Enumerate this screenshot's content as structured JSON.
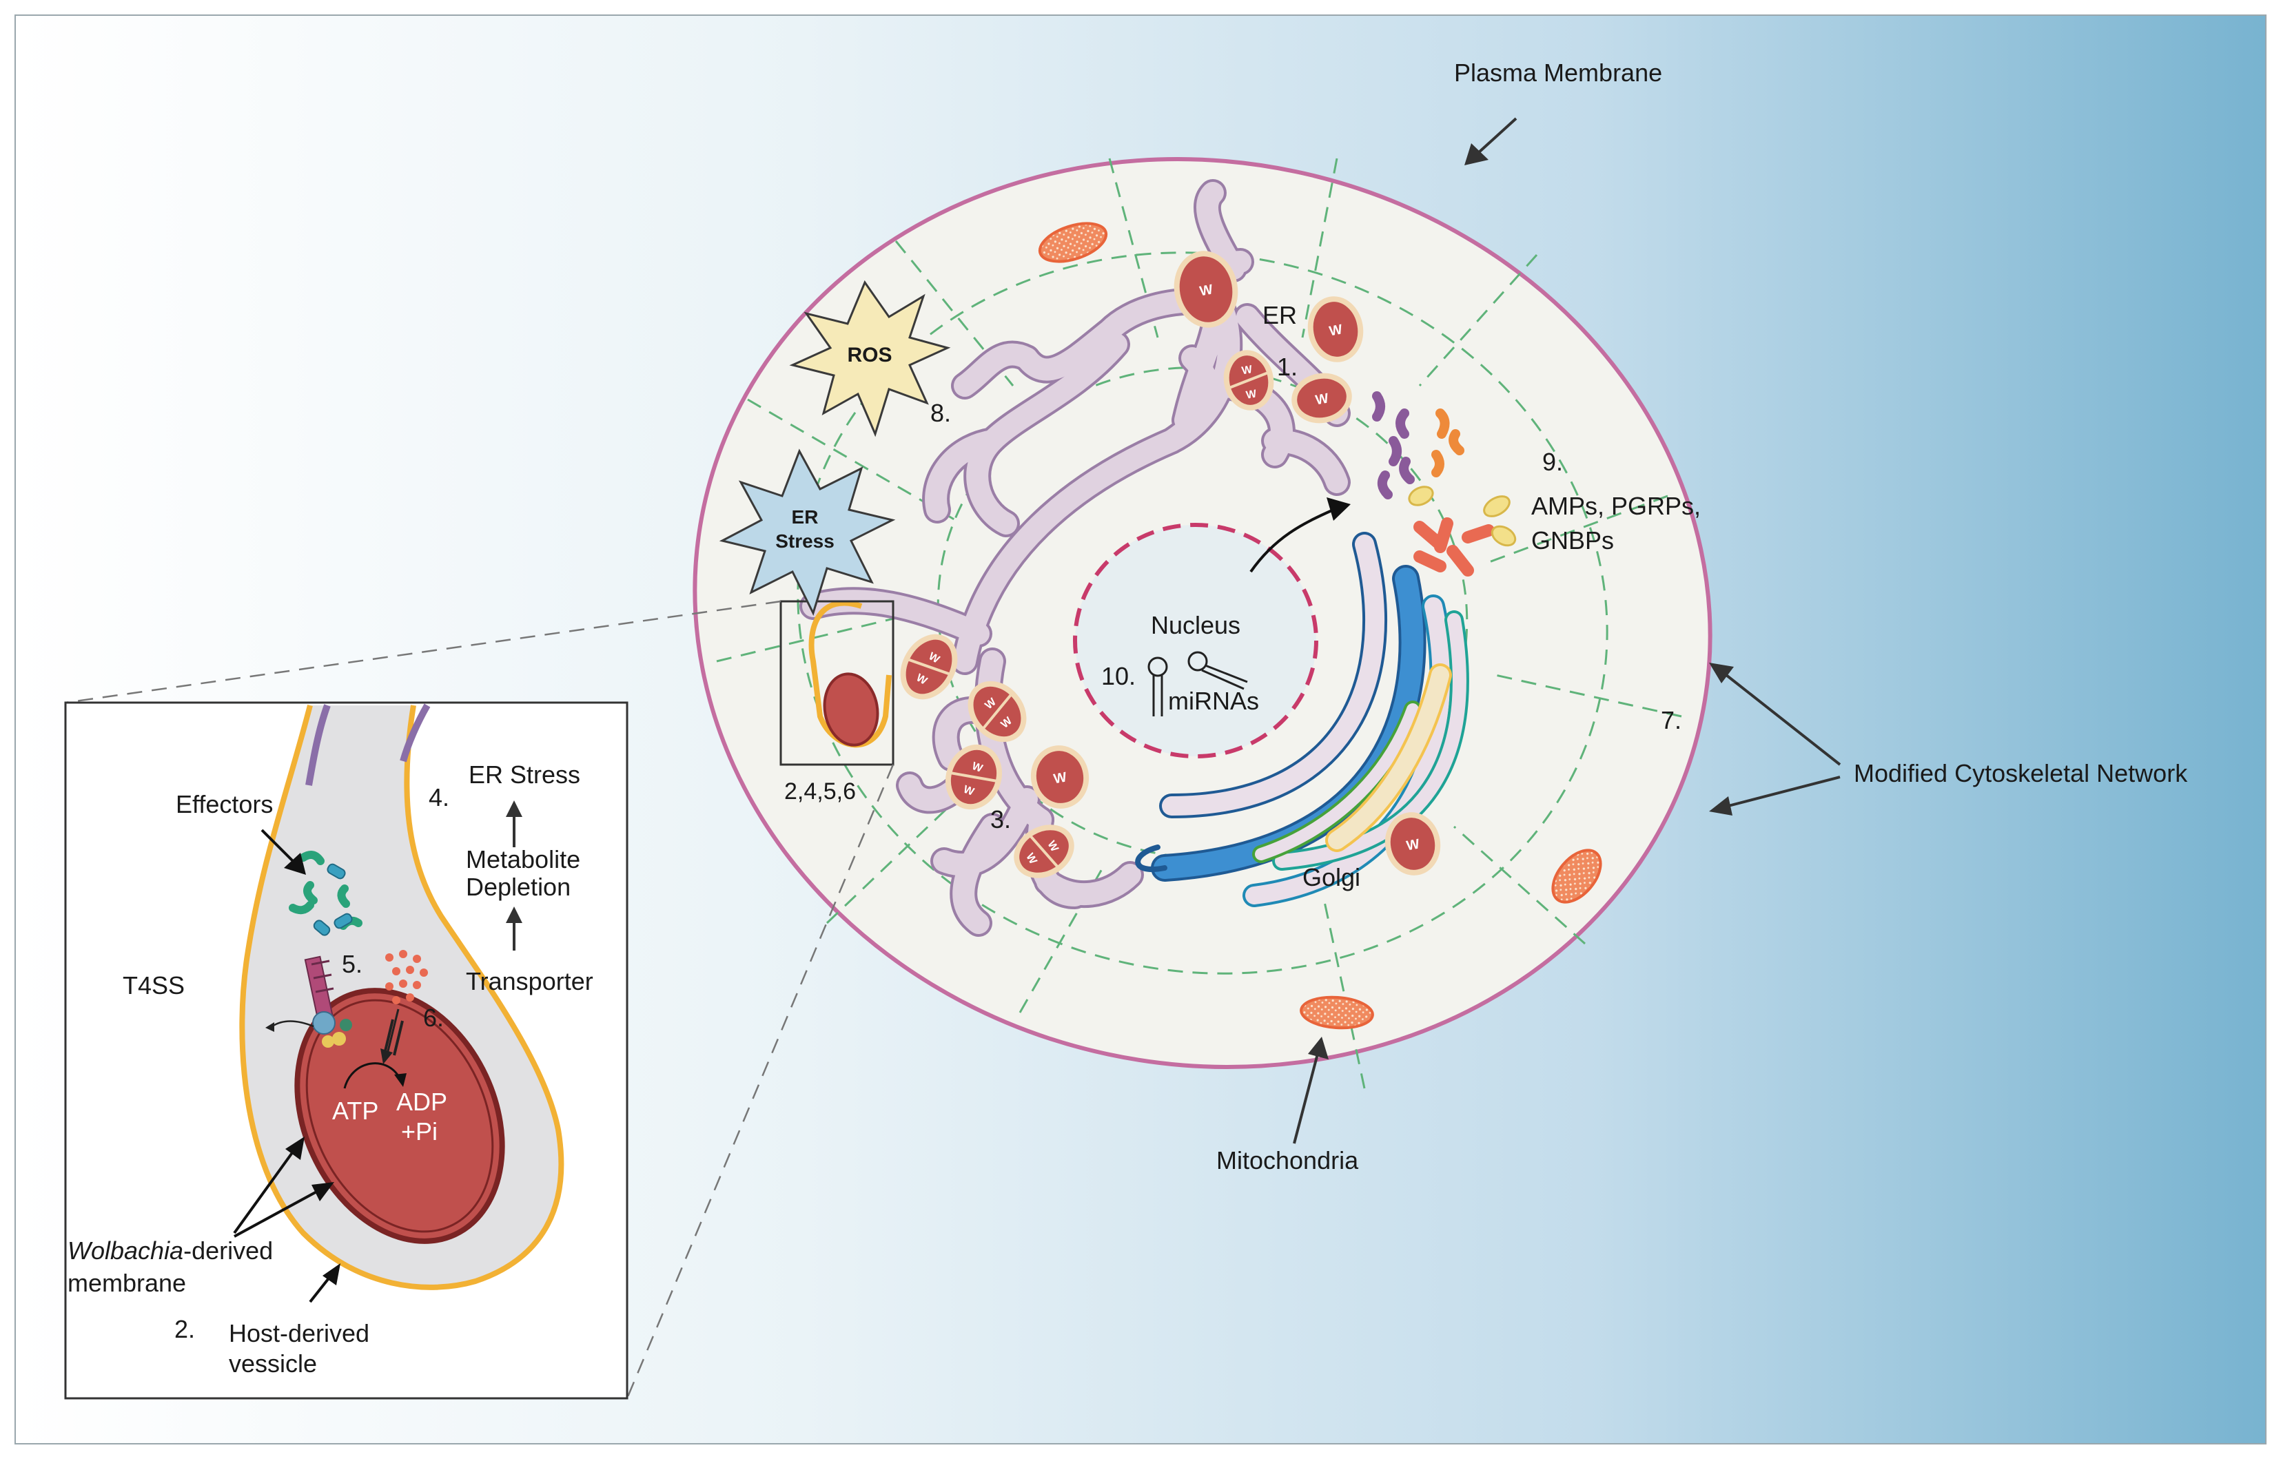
{
  "labels": {
    "plasma_membrane": "Plasma Membrane",
    "er": "ER",
    "ros": "ROS",
    "er_stress_burst_line1": "ER",
    "er_stress_burst_line2": "Stress",
    "nucleus": "Nucleus",
    "mirnas": "miRNAs",
    "golgi": "Golgi",
    "amps": "AMPs, PGRPs,",
    "gnbps": "GNBPs",
    "modified_cytoskeleton": "Modified Cytoskeletal Network",
    "mitochondria": "Mitochondria",
    "zoom_box_numbers": "2,4,5,6",
    "wolbachia_letter": "W"
  },
  "numbers": {
    "n1": "1.",
    "n3": "3.",
    "n7": "7.",
    "n8": "8.",
    "n9": "9.",
    "n10": "10."
  },
  "inset": {
    "er_stress": "ER Stress",
    "metabolite_line1": "Metabolite",
    "metabolite_line2": "Depletion",
    "transporter": "Transporter",
    "effectors": "Effectors",
    "t4ss": "T4SS",
    "atp": "ATP",
    "adp": "ADP",
    "pi": "+Pi",
    "wolbachia_italic": "Wolbachia",
    "derived_suffix": "-derived",
    "membrane": "membrane",
    "host_line1": "Host-derived",
    "host_line2": "vessicle",
    "n2": "2.",
    "n4": "4.",
    "n5": "5.",
    "n6": "6."
  },
  "colors": {
    "background_gradient_start": "#ffffff",
    "background_gradient_end": "#7cb6d2",
    "cell_fill": "#f3f3ee",
    "cell_membrane": "#c46da0",
    "cytoskeleton_dash": "#5fb37a",
    "er_fill": "#e0d2e0",
    "er_stroke": "#9a7ea6",
    "wolbachia_fill": "#c0504d",
    "wolbachia_halo": "#f2d9b5",
    "nucleus_fill": "#e6eef1",
    "nucleus_dash": "#c83a6a",
    "golgi_blue_dark": "#1f5a94",
    "golgi_blue": "#3d8fd1",
    "golgi_teal": "#1fa396",
    "golgi_green": "#47a23a",
    "golgi_yellow": "#f4c34f",
    "golgi_fill": "#eadfe9",
    "mito_fill": "#f08a5f",
    "ros_fill": "#f6eab8",
    "er_stress_fill": "#bcd8e8",
    "vessicle_orange": "#f2b134",
    "vessicle_purple": "#8a6ea8"
  }
}
